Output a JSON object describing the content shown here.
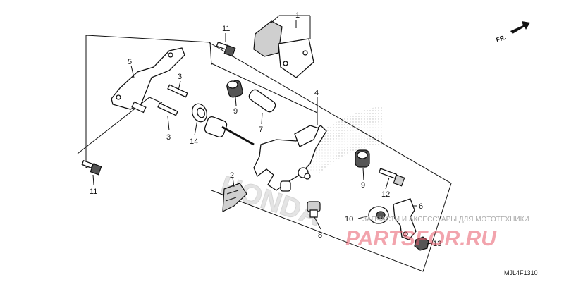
{
  "diagram_code": "MJL4F1310",
  "direction_label": "FR.",
  "watermark": {
    "line1": "ЗАПЧАСТИ И АКСЕССУАРЫ ДЛЯ МОТОТЕХНИКИ",
    "line2": "PARTSFOR.RU"
  },
  "brand": {
    "logo_text": "HONDA",
    "accent": "#e85a6a"
  },
  "callouts": {
    "c1": "1",
    "c2": "2",
    "c3a": "3",
    "c3b": "3",
    "c4": "4",
    "c5": "5",
    "c6": "6",
    "c7": "7",
    "c8": "8",
    "c9a": "9",
    "c9b": "9",
    "c10": "10",
    "c11a": "11",
    "c11b": "11",
    "c12": "12",
    "c13": "13",
    "c14": "14"
  }
}
